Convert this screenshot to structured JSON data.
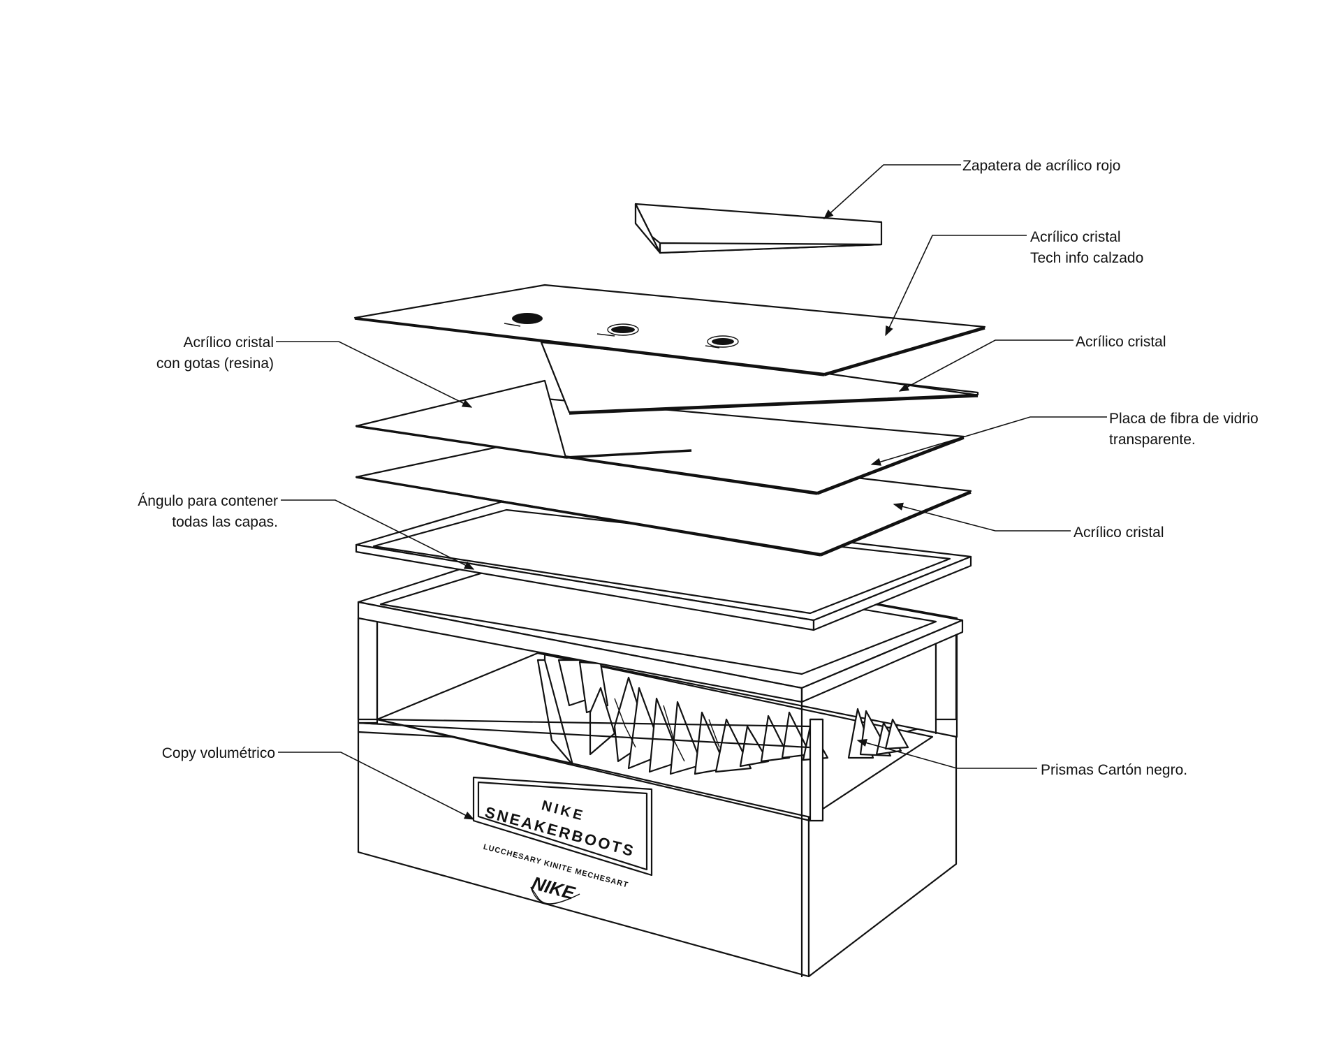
{
  "callouts": {
    "zapatera": {
      "lines": [
        "Zapatera de acrílico rojo"
      ]
    },
    "tech_info": {
      "lines": [
        "Acrílico cristal",
        "Tech info calzado"
      ]
    },
    "gotas": {
      "lines": [
        "Acrílico cristal",
        "con gotas (resina)"
      ]
    },
    "cristal_1": {
      "lines": [
        "Acrílico cristal"
      ]
    },
    "fibra": {
      "lines": [
        "Placa de fibra de vidrio",
        "transparente."
      ]
    },
    "angulo": {
      "lines": [
        "Ángulo para contener",
        "todas las capas."
      ]
    },
    "cristal_2": {
      "lines": [
        "Acrílico cristal"
      ]
    },
    "copy": {
      "lines": [
        "Copy volumétrico"
      ]
    },
    "prismas": {
      "lines": [
        "Prismas Cartón negro."
      ]
    }
  },
  "label_panel": {
    "line1": "NIKE",
    "line2": "SNEAKERBOOTS",
    "tagline": "LUCCHESARY KINITE MECHESART",
    "logo": "NIKE"
  },
  "icons": {
    "tech_badges": [
      "badge-icon",
      "badge-icon",
      "badge-icon"
    ],
    "brand": "swoosh-icon"
  }
}
